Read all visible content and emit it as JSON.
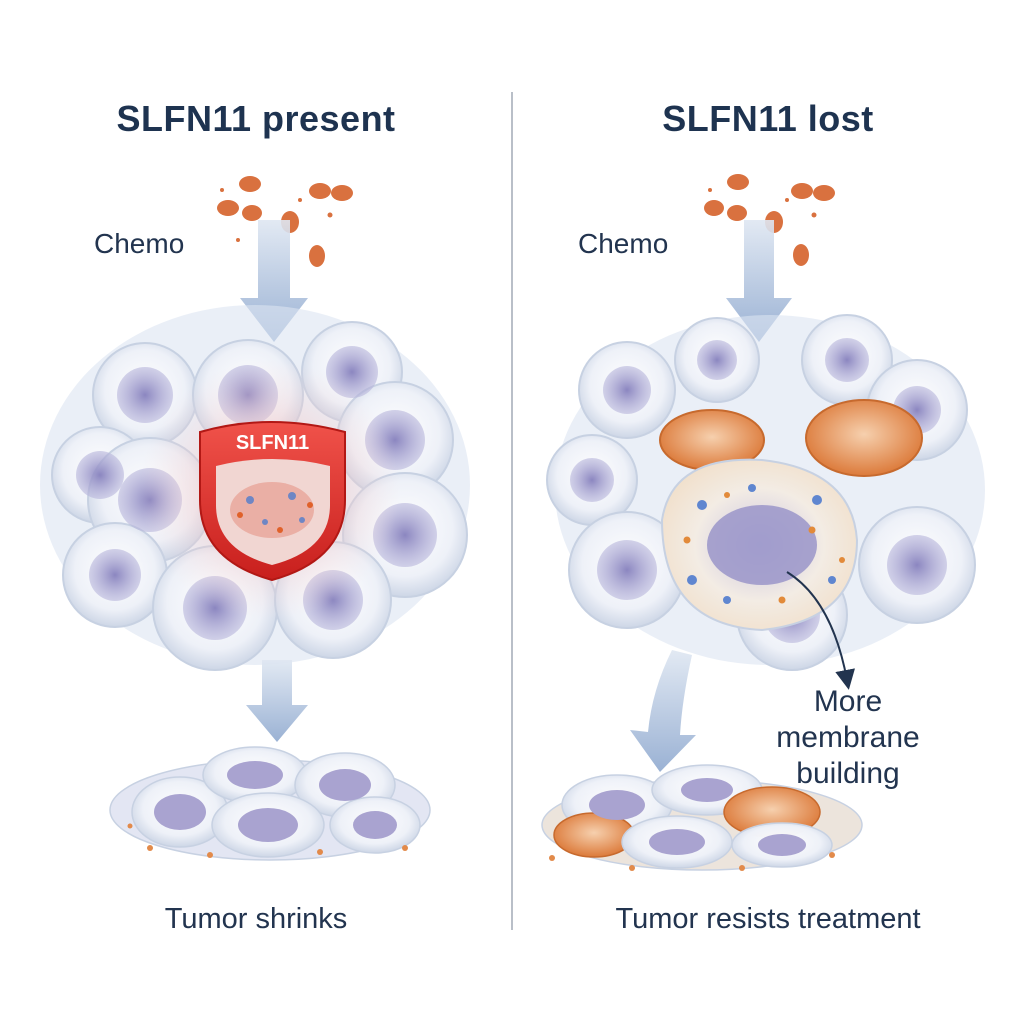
{
  "left": {
    "title": "SLFN11 present",
    "input_label": "Chemo",
    "shield_label": "SLFN11",
    "outcome": "Tumor shrinks"
  },
  "right": {
    "title": "SLFN11 lost",
    "input_label": "Chemo",
    "callout": [
      "More",
      "membrane",
      "building"
    ],
    "outcome": "Tumor resists treatment"
  },
  "colors": {
    "arrow": "#9fb6d6",
    "shield": "#e0302b",
    "cell_nucleus": "#8e8cc2",
    "enlarged_cell": "#e8853f",
    "drug_particle": "#d9713f"
  }
}
